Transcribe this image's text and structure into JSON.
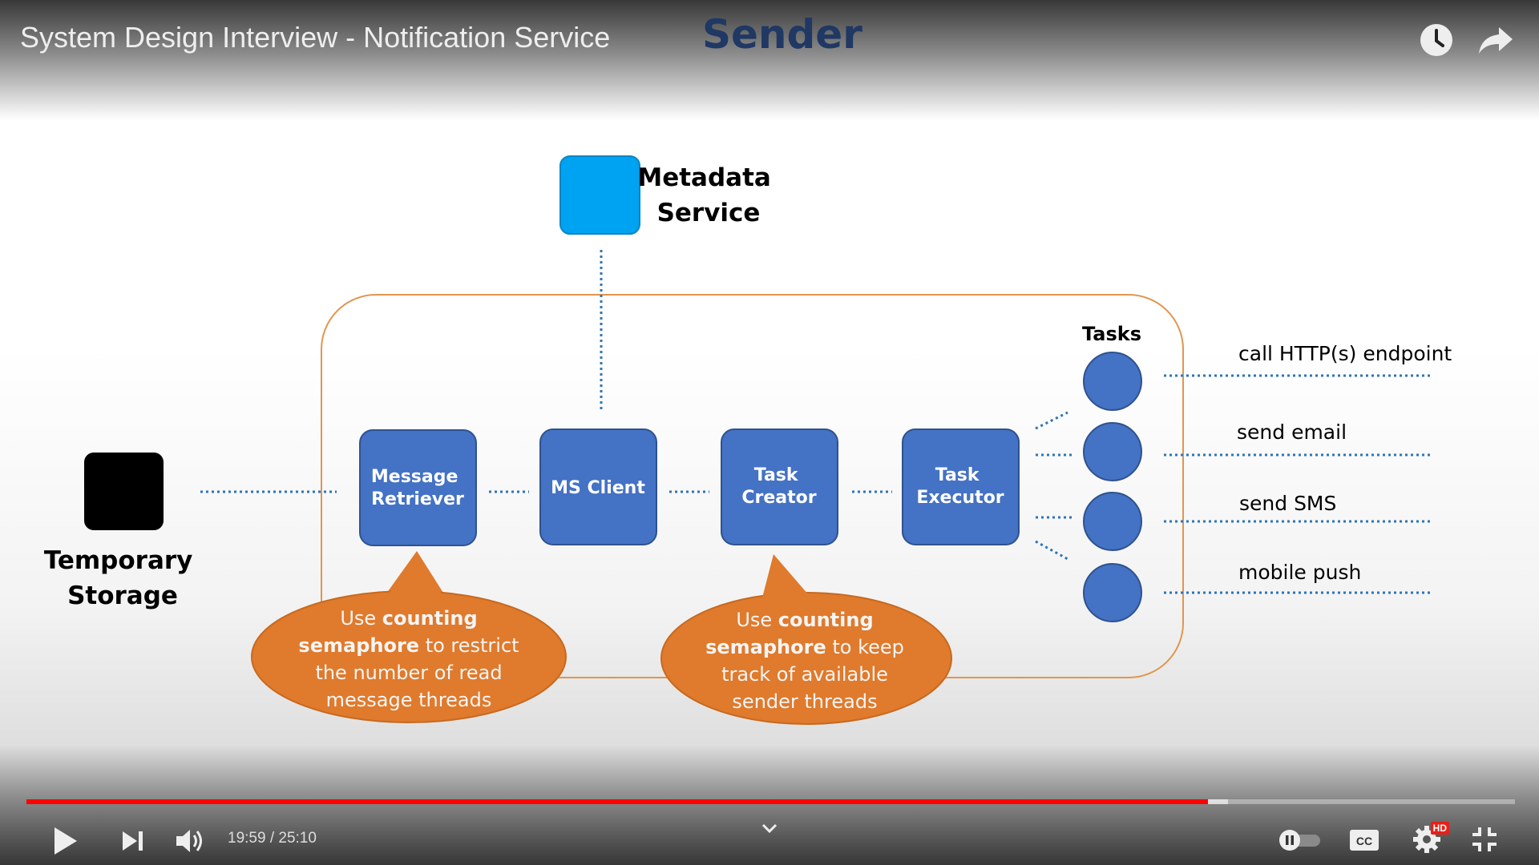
{
  "video": {
    "title": "System Design Interview - Notification Service"
  },
  "slide": {
    "title": "Sender",
    "metadata_service": [
      "Metadata",
      "Service"
    ],
    "temporary_storage": [
      "Temporary",
      "Storage"
    ],
    "components": {
      "message_retriever": [
        "Message",
        "Retriever"
      ],
      "ms_client": "MS Client",
      "task_creator": [
        "Task",
        "Creator"
      ],
      "task_executor": [
        "Task",
        "Executor"
      ]
    },
    "tasks_heading": "Tasks",
    "task_outputs": [
      "call HTTP(s) endpoint",
      "send email",
      "send SMS",
      "mobile push"
    ],
    "bubble_left": {
      "lines": [
        [
          {
            "t": "Use ",
            "b": false
          },
          {
            "t": "counting",
            "b": true
          }
        ],
        [
          {
            "t": "semaphore",
            "b": true
          },
          {
            "t": " to restrict",
            "b": false
          }
        ],
        [
          {
            "t": "the number of read",
            "b": false
          }
        ],
        [
          {
            "t": "message threads",
            "b": false
          }
        ]
      ]
    },
    "bubble_right": {
      "lines": [
        [
          {
            "t": "Use ",
            "b": false
          },
          {
            "t": "counting",
            "b": true
          }
        ],
        [
          {
            "t": "semaphore",
            "b": true
          },
          {
            "t": " to keep",
            "b": false
          }
        ],
        [
          {
            "t": "track of available",
            "b": false
          }
        ],
        [
          {
            "t": "sender threads",
            "b": false
          }
        ]
      ]
    },
    "colors": {
      "component_fill": "#4472c4",
      "component_stroke": "#2f528f",
      "metadata_fill": "#00a2f2",
      "container_stroke": "#e0964f",
      "bubble_fill": "#e07a2c",
      "connector": "#2e75b6",
      "title": "#1f3864"
    }
  },
  "player": {
    "time_current": "19:59",
    "time_total": "25:10",
    "time_separator": " / ",
    "progress_played": 0.794,
    "progress_buffered": 0.807,
    "hd_badge": "HD",
    "cc_label": "CC",
    "icons": {
      "watch_later": "clock-icon",
      "share": "share-arrow-icon",
      "play": "play-icon",
      "next": "skip-next-icon",
      "volume": "volume-icon",
      "chevron": "chevron-down-icon",
      "autoplay": "autoplay-toggle-icon",
      "cc": "closed-captions-icon",
      "settings": "gear-icon",
      "fullscreen_exit": "exit-fullscreen-icon"
    },
    "progress_color": "#ff0000"
  }
}
